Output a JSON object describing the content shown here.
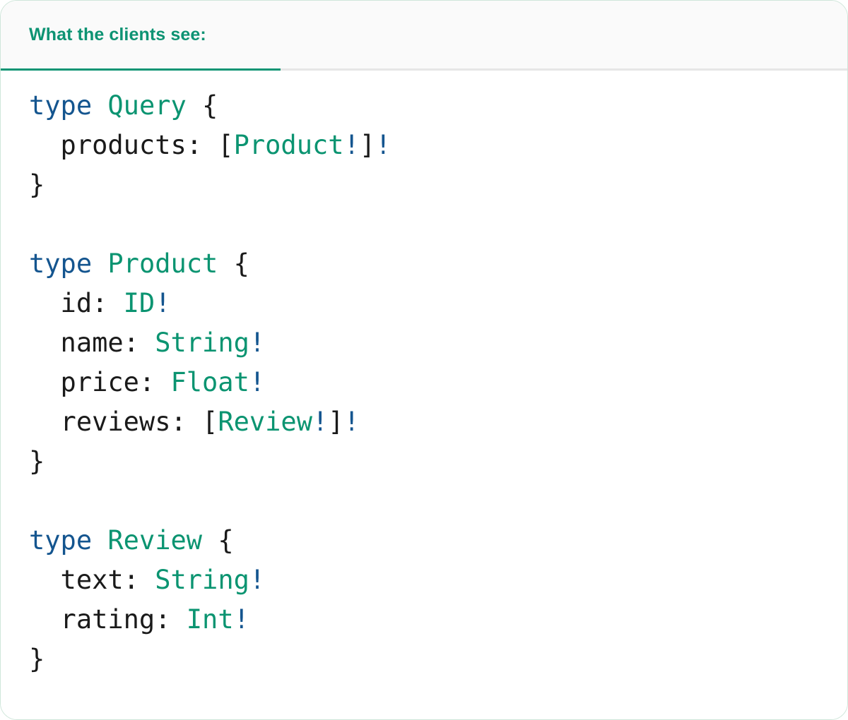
{
  "card": {
    "border_color": "#cfe6da",
    "background": "#ffffff"
  },
  "tabs": {
    "active_index": 0,
    "items": [
      {
        "label": "What the clients see:",
        "active": true
      }
    ],
    "active_color": "#0d9373",
    "underline_color": "#0e9474",
    "bar_background": "#fafafa",
    "divider_color": "#e6e6e6"
  },
  "code": {
    "language": "graphql",
    "colors": {
      "keyword": "#14558f",
      "type_name": "#0b9471",
      "field_name": "#1a1a1a",
      "punctuation": "#1a1a1a",
      "non_null_bang": "#14558f"
    },
    "raw": "type Query {\n  products: [Product!]!\n}\n\ntype Product {\n  id: ID!\n  name: String!\n  price: Float!\n  reviews: [Review!]!\n}\n\ntype Review {\n  text: String!\n  rating: Int!\n}",
    "lines": [
      {
        "id": "l1",
        "tokens": [
          {
            "t": "type",
            "c": "kw"
          },
          {
            "t": " ",
            "c": "pn"
          },
          {
            "t": "Query",
            "c": "tn"
          },
          {
            "t": " {",
            "c": "pn"
          }
        ]
      },
      {
        "id": "l2",
        "tokens": [
          {
            "t": "  products: [",
            "c": "pn"
          },
          {
            "t": "Product",
            "c": "tn"
          },
          {
            "t": "!",
            "c": "bang"
          },
          {
            "t": "]",
            "c": "pn"
          },
          {
            "t": "!",
            "c": "bang"
          }
        ]
      },
      {
        "id": "l3",
        "tokens": [
          {
            "t": "}",
            "c": "pn"
          }
        ]
      },
      {
        "id": "l4",
        "tokens": []
      },
      {
        "id": "l5",
        "tokens": [
          {
            "t": "type",
            "c": "kw"
          },
          {
            "t": " ",
            "c": "pn"
          },
          {
            "t": "Product",
            "c": "tn"
          },
          {
            "t": " {",
            "c": "pn"
          }
        ]
      },
      {
        "id": "l6",
        "tokens": [
          {
            "t": "  id: ",
            "c": "pn"
          },
          {
            "t": "ID",
            "c": "tn"
          },
          {
            "t": "!",
            "c": "bang"
          }
        ]
      },
      {
        "id": "l7",
        "tokens": [
          {
            "t": "  name: ",
            "c": "pn"
          },
          {
            "t": "String",
            "c": "tn"
          },
          {
            "t": "!",
            "c": "bang"
          }
        ]
      },
      {
        "id": "l8",
        "tokens": [
          {
            "t": "  price: ",
            "c": "pn"
          },
          {
            "t": "Float",
            "c": "tn"
          },
          {
            "t": "!",
            "c": "bang"
          }
        ]
      },
      {
        "id": "l9",
        "tokens": [
          {
            "t": "  reviews: [",
            "c": "pn"
          },
          {
            "t": "Review",
            "c": "tn"
          },
          {
            "t": "!",
            "c": "bang"
          },
          {
            "t": "]",
            "c": "pn"
          },
          {
            "t": "!",
            "c": "bang"
          }
        ]
      },
      {
        "id": "l10",
        "tokens": [
          {
            "t": "}",
            "c": "pn"
          }
        ]
      },
      {
        "id": "l11",
        "tokens": []
      },
      {
        "id": "l12",
        "tokens": [
          {
            "t": "type",
            "c": "kw"
          },
          {
            "t": " ",
            "c": "pn"
          },
          {
            "t": "Review",
            "c": "tn"
          },
          {
            "t": " {",
            "c": "pn"
          }
        ]
      },
      {
        "id": "l13",
        "tokens": [
          {
            "t": "  text: ",
            "c": "pn"
          },
          {
            "t": "String",
            "c": "tn"
          },
          {
            "t": "!",
            "c": "bang"
          }
        ]
      },
      {
        "id": "l14",
        "tokens": [
          {
            "t": "  rating: ",
            "c": "pn"
          },
          {
            "t": "Int",
            "c": "tn"
          },
          {
            "t": "!",
            "c": "bang"
          }
        ]
      },
      {
        "id": "l15",
        "tokens": [
          {
            "t": "}",
            "c": "pn"
          }
        ]
      }
    ]
  }
}
